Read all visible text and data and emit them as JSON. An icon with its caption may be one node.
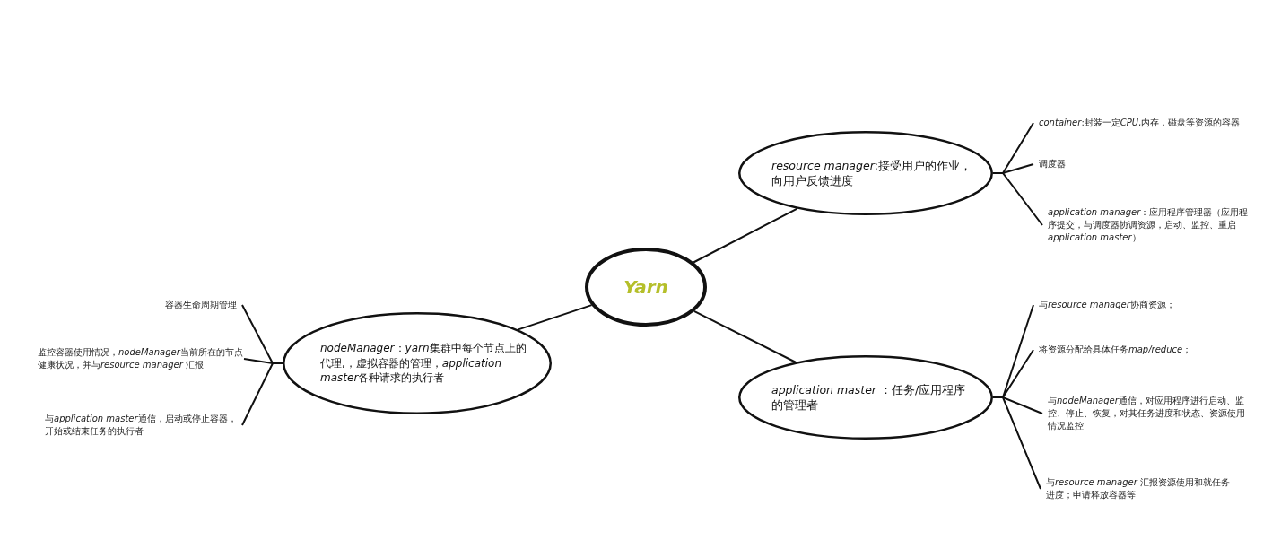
{
  "diagram": {
    "nodes": [
      {
        "text": [
          "Yarn"
        ]
      },
      {
        "text": [
          "resource manager:接受用户的作业，向用户反馈进度"
        ]
      },
      {
        "text": [
          "application master ：任务/应用程序的管理者"
        ]
      },
      {
        "text": [
          "nodeManager：yarn集群中每个节点上的代理,，虚拟容器的管理，application master各种请求的执行者"
        ]
      },
      {
        "text": [
          "container:封装一定CPU,内存，磁盘等资源的容器"
        ]
      },
      {
        "text": [
          "调度器"
        ]
      },
      {
        "text": [
          "application manager：应用程序管理器（应用程序提交，与调度器协调资源，启动、监控、重启application master）"
        ]
      },
      {
        "text": [
          "与resource manager协商资源；"
        ]
      },
      {
        "text": [
          "将资源分配给具体任务map/reduce；"
        ]
      },
      {
        "text": [
          "与nodeManager通信，对应用程序进行启动、监控、停止、恢复，对其任务进度和状态、资源使用情况监控"
        ]
      },
      {
        "text": [
          "与resource manager 汇报资源使用和就任务进度；申请释放容器等"
        ]
      },
      {
        "text": [
          "容器生命周期管理"
        ]
      },
      {
        "text": [
          "监控容器使用情况，nodeManager当前所在的节点健康状况，并与resource manager 汇报"
        ]
      },
      {
        "text": [
          "与application master通信，启动或停止容器，开始或结束任务的执行者"
        ]
      }
    ],
    "edges": [
      {
        "from": 0,
        "to": 1,
        "arrow": "none"
      },
      {
        "from": 0,
        "to": 2,
        "arrow": "none"
      },
      {
        "from": 0,
        "to": 3,
        "arrow": "none"
      },
      {
        "from": 1,
        "to": 4,
        "arrow": "none"
      },
      {
        "from": 1,
        "to": 5,
        "arrow": "none"
      },
      {
        "from": 1,
        "to": 6,
        "arrow": "none"
      },
      {
        "from": 2,
        "to": 7,
        "arrow": "none"
      },
      {
        "from": 2,
        "to": 8,
        "arrow": "none"
      },
      {
        "from": 2,
        "to": 9,
        "arrow": "none"
      },
      {
        "from": 2,
        "to": 10,
        "arrow": "none"
      },
      {
        "from": 3,
        "to": 11,
        "arrow": "none"
      },
      {
        "from": 3,
        "to": 12,
        "arrow": "none"
      },
      {
        "from": 3,
        "to": 13,
        "arrow": "none"
      }
    ]
  }
}
